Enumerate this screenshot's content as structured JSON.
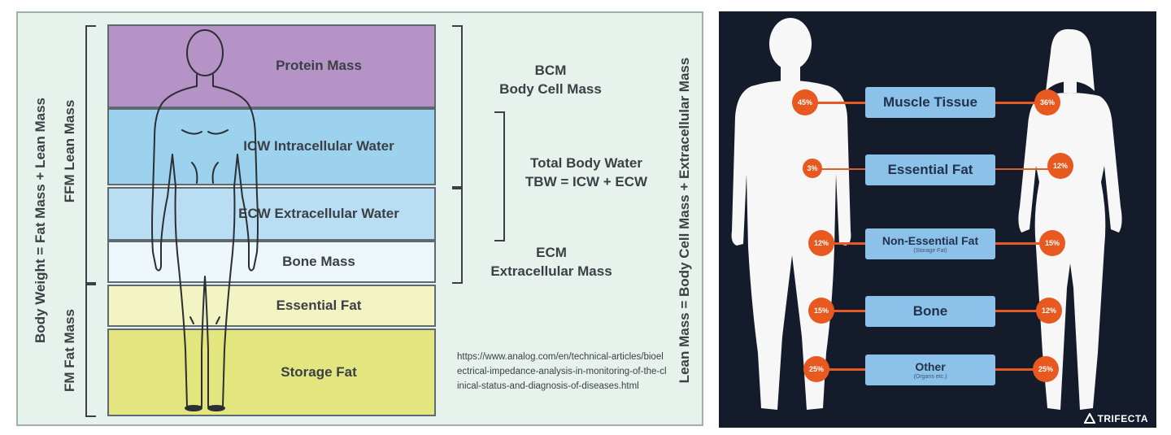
{
  "left": {
    "bands": {
      "protein": "Protein Mass",
      "icw": "ICW Intracellular Water",
      "ecw": "ECW Extracellular Water",
      "bone": "Bone Mass",
      "essential": "Essential Fat",
      "storage": "Storage Fat"
    },
    "vertical": {
      "body_weight": "Body Weight = Fat Mass + Lean Mass",
      "ffm": "FFM Lean Mass",
      "fm": "FM Fat Mass",
      "lean_mass": "Lean Mass = Body Cell Mass + Extracellular Mass"
    },
    "right_labels": {
      "bcm_1": "BCM",
      "bcm_2": "Body Cell Mass",
      "tbw_1": "Total Body Water",
      "tbw_2": "TBW = ICW + ECW",
      "ecm_1": "ECM",
      "ecm_2": "Extracellular Mass"
    },
    "url": "https://www.analog.com/en/technical-articles/bioelectrical-impedance-analysis-in-monitoring-of-the-clinical-status-and-diagnosis-of-diseases.html"
  },
  "right": {
    "brand": "TRIFECTA",
    "brand_icon": "trifecta-logo-icon",
    "rows": [
      {
        "label": "Muscle Tissue",
        "sub": "",
        "male": "45%",
        "female": "36%"
      },
      {
        "label": "Essential Fat",
        "sub": "",
        "male": "3%",
        "female": "12%"
      },
      {
        "label": "Non-Essential Fat",
        "sub": "(Storage Fat)",
        "male": "12%",
        "female": "15%"
      },
      {
        "label": "Bone",
        "sub": "",
        "male": "15%",
        "female": "12%"
      },
      {
        "label": "Other",
        "sub": "(Organs etc.)",
        "male": "25%",
        "female": "25%"
      }
    ],
    "colors": {
      "accent": "#e8591f",
      "box": "#8cc1ea",
      "background": "#141c2c"
    }
  }
}
